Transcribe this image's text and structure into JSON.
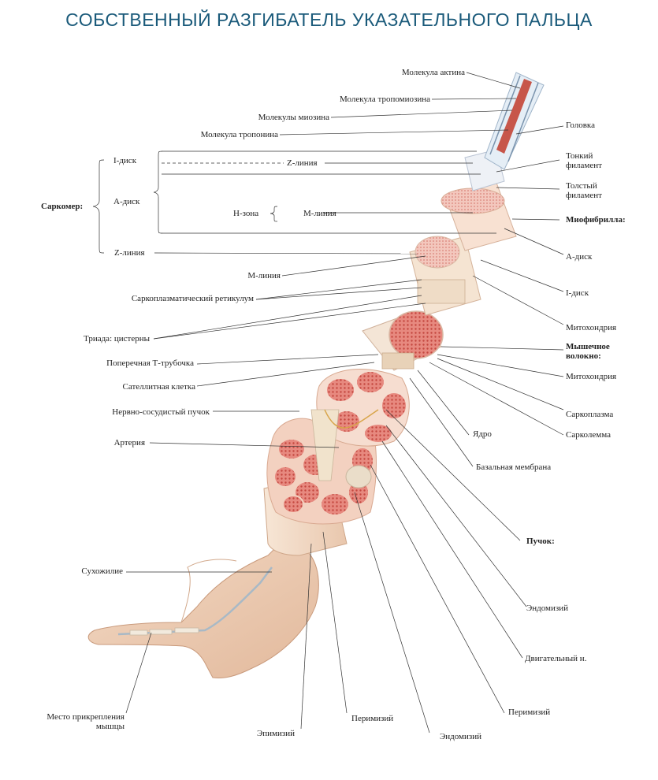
{
  "title": "СОБСТВЕННЫЙ РАЗГИБАТЕЛЬ УКАЗАТЕЛЬНОГО ПАЛЬЦА",
  "labels": {
    "actin": "Молекула актина",
    "tropomyosin": "Молекула тропомиозина",
    "myosin": "Молекулы миозина",
    "troponin": "Молекула тропонина",
    "head": "Головка",
    "thin_filament": "Тонкий филамент",
    "thick_filament": "Толстый филамент",
    "myofibril": "Миофибрилла:",
    "sarcomere": "Саркомер:",
    "i_disc_left": "I-диск",
    "z_line_dashed": "Z-линия",
    "a_disc_left": "А-диск",
    "h_zone": "Н-зона",
    "m_line_bracket": "М-линия",
    "z_line_bottom": "Z-линия",
    "a_disc_right": "А-диск",
    "m_line": "М-линия",
    "i_disc_right": "I-диск",
    "sarcoplasmic_reticulum": "Саркоплазматический ретикулум",
    "mitochondria_1": "Митохондрия",
    "triad": "Триада: цистерны",
    "muscle_fiber": "Мышечное волокно:",
    "t_tubule": "Поперечная Т-трубочка",
    "mitochondria_2": "Митохондрия",
    "satellite": "Сателлитная клетка",
    "neurovascular": "Нервно-сосудистый пучок",
    "sarcoplasm": "Саркоплазма",
    "artery": "Артерия",
    "nucleus": "Ядро",
    "sarcolemma": "Сарколемма",
    "basal_membrane": "Базальная мембрана",
    "bundle": "Пучок:",
    "tendon": "Сухожилие",
    "endomysium_1": "Эндомизий",
    "motor_nerve": "Двигательный н.",
    "attachment": "Место прикрепления мышцы",
    "perimysium_right": "Перимизий",
    "epimysium": "Эпимизий",
    "perimysium_bottom": "Перимизий",
    "endomysium_bottom": "Эндомизий"
  }
}
